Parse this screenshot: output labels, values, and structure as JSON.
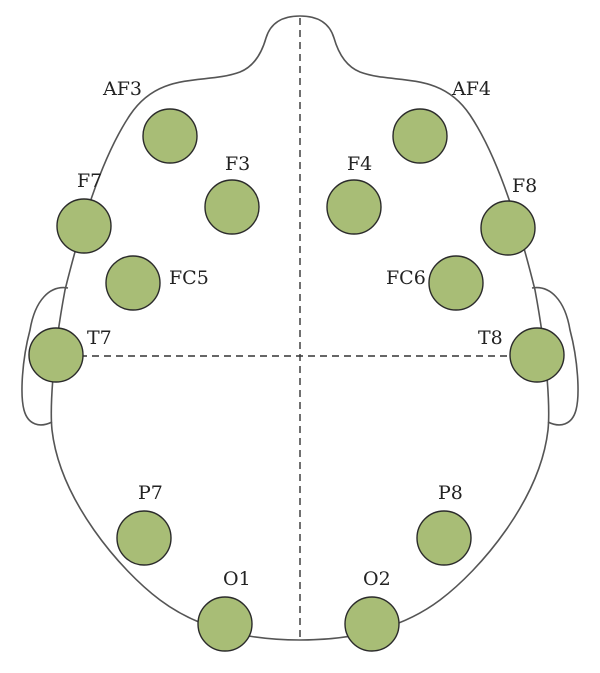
{
  "colors": {
    "electrode_fill": "#a8bd76",
    "electrode_stroke": "#2b2b2b",
    "outline": "#555555"
  },
  "electrodes": [
    {
      "id": "af3",
      "label": "AF3"
    },
    {
      "id": "af4",
      "label": "AF4"
    },
    {
      "id": "f7",
      "label": "F7"
    },
    {
      "id": "f3",
      "label": "F3"
    },
    {
      "id": "f4",
      "label": "F4"
    },
    {
      "id": "f8",
      "label": "F8"
    },
    {
      "id": "fc5",
      "label": "FC5"
    },
    {
      "id": "fc6",
      "label": "FC6"
    },
    {
      "id": "t7",
      "label": "T7"
    },
    {
      "id": "t8",
      "label": "T8"
    },
    {
      "id": "p7",
      "label": "P7"
    },
    {
      "id": "p8",
      "label": "P8"
    },
    {
      "id": "o1",
      "label": "O1"
    },
    {
      "id": "o2",
      "label": "O2"
    }
  ]
}
